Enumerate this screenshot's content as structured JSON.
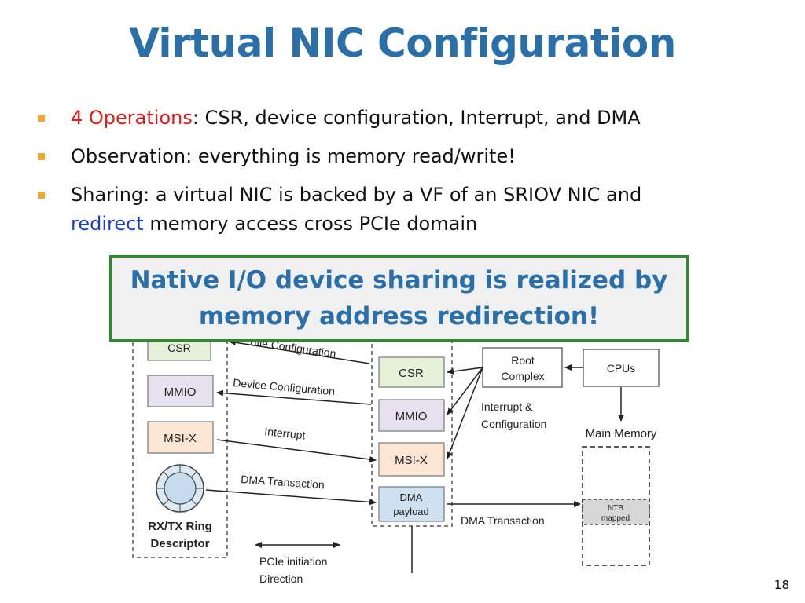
{
  "slide": {
    "title": "Virtual NIC Configuration",
    "page_number": "18",
    "accent_color": "#2a6fa8"
  },
  "bullets": [
    {
      "highlight": "4 Operations",
      "text": ": CSR, device configuration, Interrupt, and DMA"
    },
    {
      "text": "Observation: everything is memory read/write!"
    },
    {
      "line1": "Sharing:  a virtual NIC is backed by a VF of an SRIOV NIC  and",
      "highlight": "redirect",
      "line2": " memory access cross PCIe domain"
    }
  ],
  "callout": {
    "line1": "Native I/O device sharing is realized by",
    "line2": "memory address redirection!"
  },
  "diagram": {
    "left_column": {
      "csr": "CSR",
      "mmio": "MMIO",
      "msix": "MSI-X",
      "ring_line1": "RX/TX Ring",
      "ring_line2": "Descriptor"
    },
    "middle_column": {
      "csr": "CSR",
      "mmio": "MMIO",
      "msix": "MSI-X",
      "dma_line1": "DMA",
      "dma_line2": "payload"
    },
    "arrow_labels": {
      "config_partial": "ofie Configuration",
      "device_config": "Device Configuration",
      "interrupt": "Interrupt",
      "dma_left": "DMA Transaction",
      "dma_right": "DMA Transaction"
    },
    "root_complex_line1": "Root",
    "root_complex_line2": "Complex",
    "cpus": "CPUs",
    "interrupt_config_line1": "Interrupt &",
    "interrupt_config_line2": "Configuration",
    "main_memory": "Main Memory",
    "ntb_line1": "NTB",
    "ntb_line2": "mapped",
    "legend_line1": "PCIe initiation",
    "legend_line2": "Direction"
  }
}
